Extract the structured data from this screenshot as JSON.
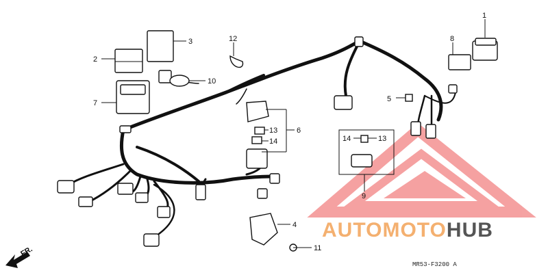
{
  "diagram": {
    "callouts": [
      {
        "id": "1",
        "label": "1"
      },
      {
        "id": "2",
        "label": "2"
      },
      {
        "id": "3",
        "label": "3"
      },
      {
        "id": "4",
        "label": "4"
      },
      {
        "id": "5",
        "label": "5"
      },
      {
        "id": "6",
        "label": "6"
      },
      {
        "id": "7",
        "label": "7"
      },
      {
        "id": "8",
        "label": "8"
      },
      {
        "id": "9",
        "label": "9"
      },
      {
        "id": "10",
        "label": "10"
      },
      {
        "id": "11",
        "label": "11"
      },
      {
        "id": "12",
        "label": "12"
      },
      {
        "id": "13a",
        "label": "13"
      },
      {
        "id": "13b",
        "label": "13"
      },
      {
        "id": "14a",
        "label": "14"
      },
      {
        "id": "14b",
        "label": "14"
      }
    ],
    "direction_label": "FR.",
    "part_code": "MR53-F3200 A"
  },
  "watermark": {
    "part1": "AUTO",
    "part2": "MOTO",
    "part3": "HUB",
    "colors": {
      "triangle": "#f07070",
      "orange": "#f4b070",
      "gray": "#555555"
    }
  }
}
